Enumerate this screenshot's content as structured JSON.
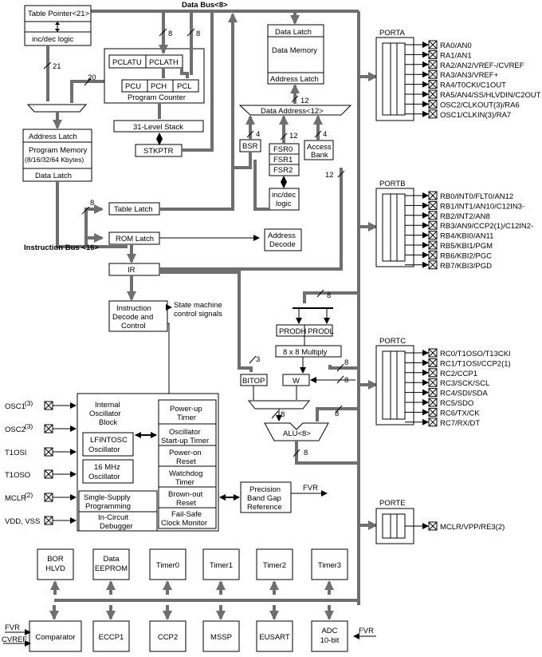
{
  "buses": {
    "data_bus": "Data Bus<8>",
    "instruction_bus": "Instruction Bus <16>",
    "width_21": "21",
    "width_20": "20",
    "width_8a": "8",
    "width_8b": "8",
    "width_8c": "8",
    "width_4a": "4",
    "width_4b": "4",
    "width_12a": "12",
    "width_12b": "12",
    "width_12c": "12",
    "width_8d": "8",
    "width_3": "3",
    "width_8e": "8",
    "width_8f": "8",
    "width_8g": "8",
    "width_8h": "8"
  },
  "blocks": {
    "table_pointer": "Table Pointer<21>",
    "inc_dec_logic": "inc/dec logic",
    "pclatu": "PCLATU",
    "pclath": "PCLATH",
    "pcu": "PCU",
    "pch": "PCH",
    "pcl": "PCL",
    "program_counter": "Program Counter",
    "stack": "31-Level Stack",
    "stkptr": "STKPTR",
    "address_latch": "Address Latch",
    "program_memory_1": "Program Memory",
    "program_memory_2": "(8/16/32/64 Kbytes)",
    "data_latch": "Data Latch",
    "table_latch": "Table Latch",
    "rom_latch": "ROM Latch",
    "ir": "IR",
    "instr_decode_1": "Instruction",
    "instr_decode_2": "Decode and",
    "instr_decode_3": "Control",
    "state_machine_1": "State machine",
    "state_machine_2": "control signals",
    "dm_data_latch": "Data Latch",
    "data_memory": "Data Memory",
    "dm_address_latch": "Address Latch",
    "data_address": "Data Address<12>",
    "bsr": "BSR",
    "fsr0": "FSR0",
    "fsr1": "FSR1",
    "fsr2": "FSR2",
    "fsr_inc_dec_1": "inc/dec",
    "fsr_inc_dec_2": "logic",
    "access_bank_1": "Access",
    "access_bank_2": "Bank",
    "address_decode_1": "Address",
    "address_decode_2": "Decode",
    "prodh": "PRODH",
    "prodl": "PRODL",
    "multiply": "8 x 8 Multiply",
    "bitop": "BITOP",
    "w": "W",
    "alu": "ALU<8>",
    "int_osc_1": "Internal",
    "int_osc_2": "Oscillator",
    "int_osc_3": "Block",
    "lfintosc_1": "LFINTOSC",
    "lfintosc_2": "Oscillator",
    "mhz_osc_1": "16 MHz",
    "mhz_osc_2": "Oscillator",
    "ssp_1": "Single-Supply",
    "ssp_2": "Programming",
    "icd_1": "In-Circuit",
    "icd_2": "Debugger",
    "pwrt_1": "Power-up",
    "pwrt_2": "Timer",
    "ost_1": "Oscillator",
    "ost_2": "Start-up Timer",
    "por_1": "Power-on",
    "por_2": "Reset",
    "wdt_1": "Watchdog",
    "wdt_2": "Timer",
    "bor_1": "Brown-out",
    "bor_2": "Reset",
    "fscm_1": "Fail-Safe",
    "fscm_2": "Clock Monitor",
    "bandgap_1": "Precision",
    "bandgap_2": "Band Gap",
    "bandgap_3": "Reference",
    "fvr_out": "FVR"
  },
  "osc_pins": {
    "osc1": "OSC1",
    "osc1_sup": "(3)",
    "osc2": "OSC2",
    "osc2_sup": "(3)",
    "t1osi": "T1OSI",
    "t1oso": "T1OSO",
    "mclr": "MCLR",
    "mclr_sup": "(2)",
    "vdd_vss": "VDD, VSS"
  },
  "porta": {
    "title": "PORTA",
    "pins": [
      "RA0/AN0",
      "RA1/AN1",
      "RA2/AN2/VREF-/CVREF",
      "RA3/AN3/VREF+",
      "RA4/T0CKI/C1OUT",
      "RA5/AN4/SS/HLVDIN/C2OUT",
      "OSC2/CLKOUT(3)/RA6",
      "OSC1/CLKIN(3)/RA7"
    ]
  },
  "portb": {
    "title": "PORTB",
    "pins": [
      "RB0/INT0/FLT0/AN12",
      "RB1/INT1/AN10/C12IN3-",
      "RB2/INT2/AN8",
      "RB3/AN9/CCP2(1)/C12IN2-",
      "RB4/KBI0/AN11",
      "RB5/KBI1/PGM",
      "RB6/KBI2/PGC",
      "RB7/KBI3/PGD"
    ]
  },
  "portc": {
    "title": "PORTC",
    "pins": [
      "RC0/T1OSO/T13CKI",
      "RC1/T1OSI/CCP2(1)",
      "RC2/CCP1",
      "RC3/SCK/SCL",
      "RC4/SDI/SDA",
      "RC5/SDO",
      "RC6/TX/CK",
      "RC7/RX/DT"
    ]
  },
  "porte": {
    "title": "PORTE",
    "pins": [
      "MCLR/VPP/RE3(2)"
    ]
  },
  "peripherals_top": [
    {
      "line1": "BOR",
      "line2": "HLVD"
    },
    {
      "line1": "Data",
      "line2": "EEPROM"
    },
    {
      "line1": "Timer0",
      "line2": ""
    },
    {
      "line1": "Timer1",
      "line2": ""
    },
    {
      "line1": "Timer2",
      "line2": ""
    },
    {
      "line1": "Timer3",
      "line2": ""
    }
  ],
  "peripherals_bottom": [
    {
      "line1": "Comparator",
      "line2": ""
    },
    {
      "line1": "ECCP1",
      "line2": ""
    },
    {
      "line1": "CCP2",
      "line2": ""
    },
    {
      "line1": "MSSP",
      "line2": ""
    },
    {
      "line1": "EUSART",
      "line2": ""
    },
    {
      "line1": "ADC",
      "line2": "10-bit"
    }
  ],
  "inputs": {
    "fvr_comp": "FVR",
    "cvref_comp": "CVREF",
    "fvr_adc": "FVR"
  }
}
